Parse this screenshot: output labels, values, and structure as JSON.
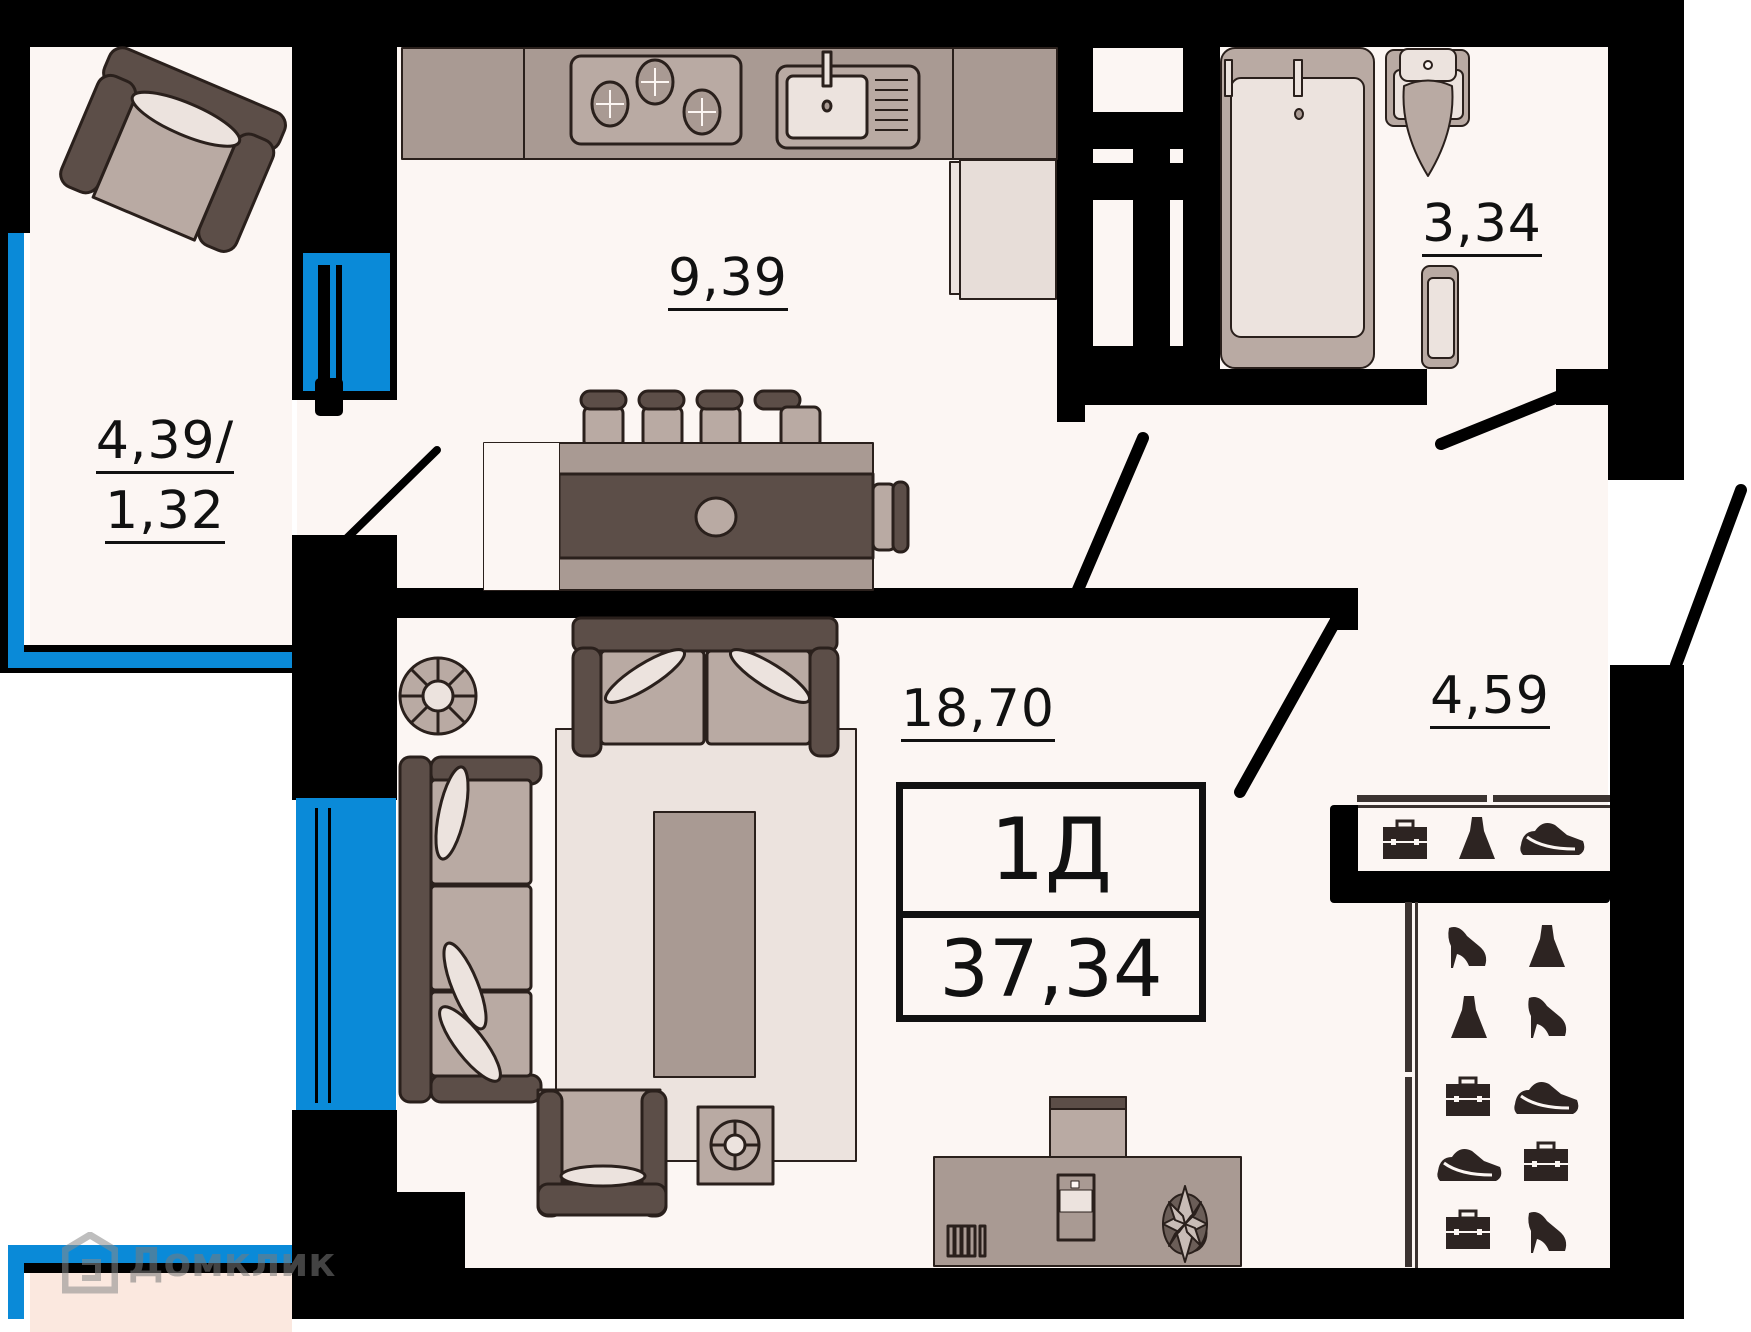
{
  "plan": {
    "type_label": "1Д",
    "total_area": "37,34",
    "rooms": [
      {
        "id": "balcony",
        "name": "balcony",
        "area_line1": "4,39/",
        "area_line2": "1,32"
      },
      {
        "id": "kitchen",
        "name": "kitchen",
        "area": "9,39"
      },
      {
        "id": "bathroom",
        "name": "bathroom",
        "area": "3,34"
      },
      {
        "id": "living",
        "name": "living-room",
        "area": "18,70"
      },
      {
        "id": "hallway",
        "name": "hallway",
        "area": "4,59"
      }
    ],
    "wardrobe_icons_top": [
      "briefcase-icon",
      "dress-icon",
      "sneaker-icon"
    ],
    "wardrobe_icons_grid": [
      [
        "high-heel-icon",
        "dress-icon"
      ],
      [
        "dress-icon",
        "high-heel-icon"
      ],
      [
        "briefcase-icon",
        "sneaker-icon"
      ],
      [
        "sneaker-icon",
        "briefcase-icon"
      ],
      [
        "briefcase-icon",
        "high-heel-icon"
      ]
    ]
  },
  "watermark": {
    "text": "Домклик"
  },
  "colors": {
    "wall": "#000000",
    "floor": "#fcf6f3",
    "window": "#0a8ad8",
    "furniture_dark": "#5c4e48",
    "furniture_mid": "#a99a93",
    "furniture_light": "#b9aaa3",
    "furniture_pale": "#ece3de"
  }
}
